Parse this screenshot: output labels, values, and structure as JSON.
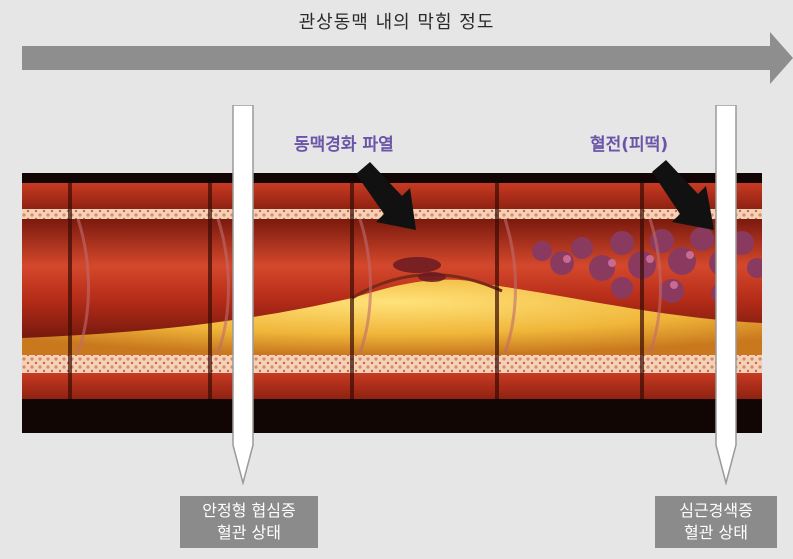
{
  "title": "관상동맥 내의 막힘 정도",
  "labels": {
    "rupture": "동맥경화 파열",
    "thrombus": "혈전(피떡)"
  },
  "states": {
    "left_line1": "안정형 협심증",
    "left_line2": "혈관 상태",
    "right_line1": "심근경색증",
    "right_line2": "혈관 상태"
  },
  "colors": {
    "arrow": "#8e8e8e",
    "label": "#6a55a8",
    "state_box": "#8b8b8b",
    "artery_red": "#c8321e",
    "plaque_yellow": "#f0c640",
    "thrombus_purple": "#8a3a5e"
  }
}
